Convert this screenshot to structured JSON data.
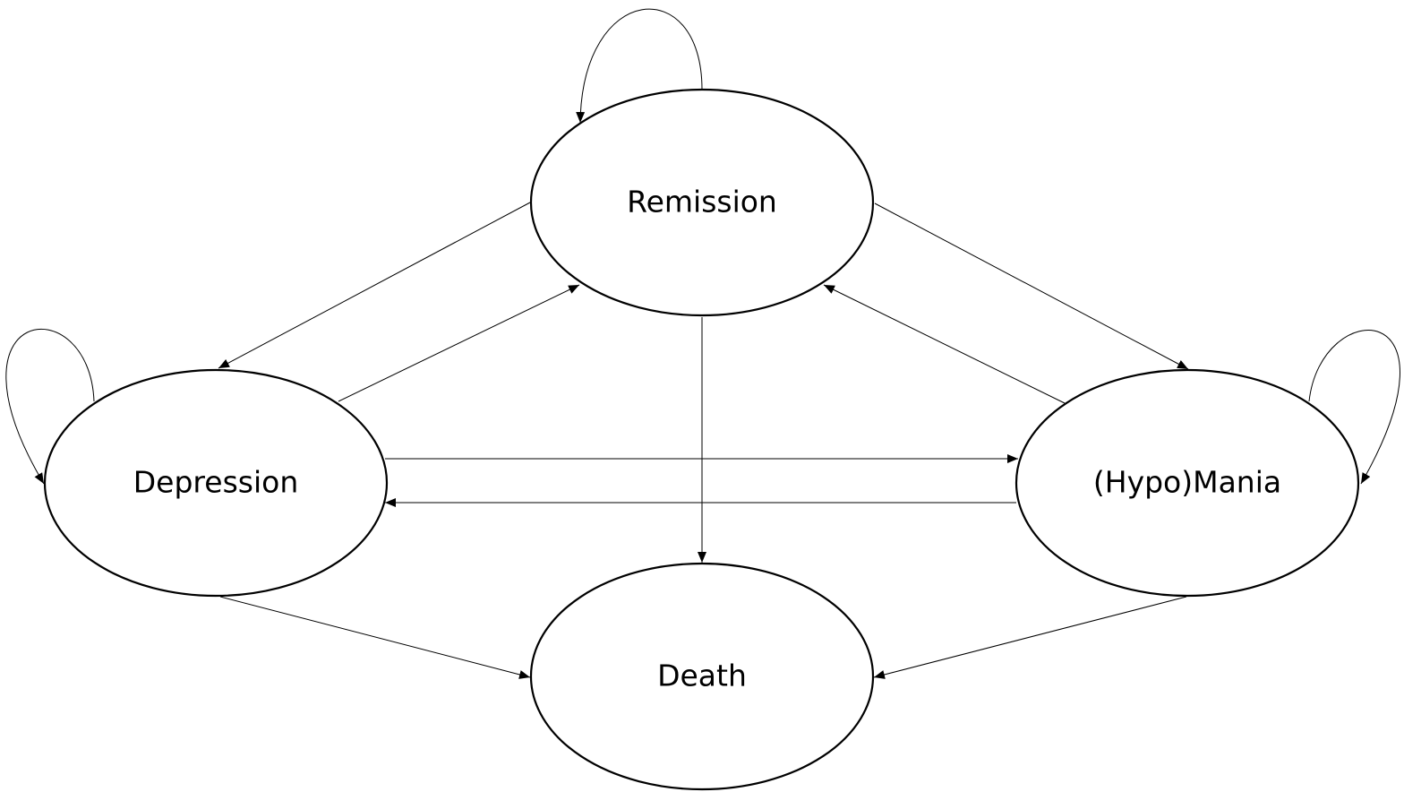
{
  "diagram": {
    "type": "state-transition",
    "line_color": "#000000",
    "background": "#ffffff",
    "states": {
      "remission": "Remission",
      "depression": "Depression",
      "hypomania": "(Hypo)Mania",
      "death": "Death"
    },
    "transitions": [
      {
        "from": "Remission",
        "to": "Remission"
      },
      {
        "from": "Depression",
        "to": "Depression"
      },
      {
        "from": "(Hypo)Mania",
        "to": "(Hypo)Mania"
      },
      {
        "from": "Remission",
        "to": "Depression"
      },
      {
        "from": "Depression",
        "to": "Remission"
      },
      {
        "from": "Remission",
        "to": "(Hypo)Mania"
      },
      {
        "from": "(Hypo)Mania",
        "to": "Remission"
      },
      {
        "from": "Depression",
        "to": "(Hypo)Mania"
      },
      {
        "from": "(Hypo)Mania",
        "to": "Depression"
      },
      {
        "from": "Remission",
        "to": "Death"
      },
      {
        "from": "Depression",
        "to": "Death"
      },
      {
        "from": "(Hypo)Mania",
        "to": "Death"
      }
    ]
  }
}
